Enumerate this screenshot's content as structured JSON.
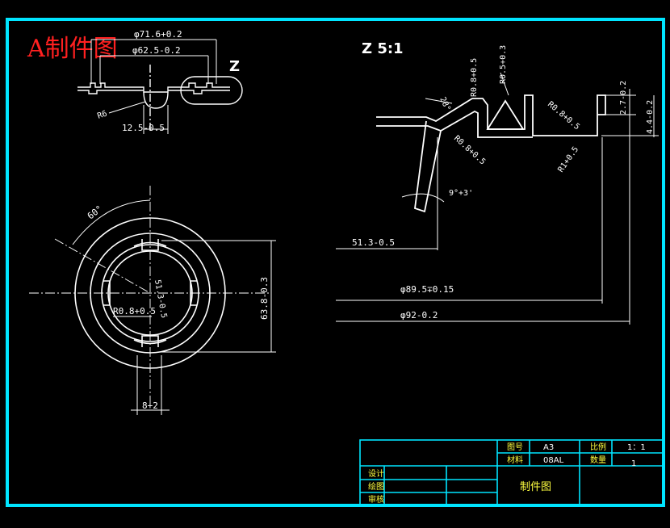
{
  "title": "A制件图",
  "detail": {
    "label": "Z",
    "scale_label": "Z 5:1"
  },
  "dims_top": {
    "d1": "φ71.6+0.2",
    "d2": "φ62.5-0.2",
    "r6": "R6",
    "w": "12.5-0.5"
  },
  "dims_plan": {
    "angle": "60°",
    "r": "R0.8+0.5",
    "chord": "51.3-0.5",
    "height": "63.8-0.3",
    "slot": "8+2"
  },
  "dims_detail": {
    "r1": "R0.8+0.5",
    "r2": "R0.5+0.3",
    "r3": "R0.8+0.5",
    "r4": "R0.8+0.5",
    "r5": "R1+0.5",
    "h1": "2.7-0.2",
    "h2": "4.4-0.2",
    "th": "28°",
    "ang": "9°+3'",
    "w1": "51.3-0.5",
    "d1": "φ89.5∓0.15",
    "d2": "φ92-0.2"
  },
  "titleblock": {
    "drawing_no_label": "图号",
    "drawing_no": "A3",
    "scale_label": "比例",
    "scale": "1：1",
    "material_label": "材料",
    "material": "08AL",
    "qty_label": "数量",
    "qty": "1",
    "design_label": "设计",
    "draw_label": "绘图",
    "check_label": "审核",
    "name": "制件图"
  },
  "colors": {
    "border": "#00e5ff",
    "line": "#ffffff",
    "title": "#ff2020",
    "text_yellow": "#ffff40"
  }
}
